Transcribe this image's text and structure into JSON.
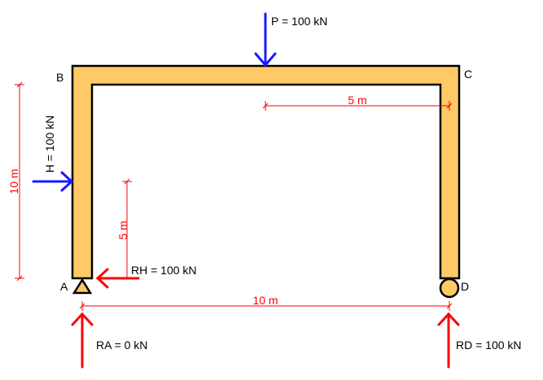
{
  "nodes": {
    "a": "A",
    "b": "B",
    "c": "C",
    "d": "D"
  },
  "loads": {
    "point_load": "P = 100 kN",
    "horizontal_load": "H = 100 kN"
  },
  "reactions": {
    "horizontal_a": "RH = 100 kN",
    "vertical_a": "RA = 0 kN",
    "vertical_d": "RD = 100 kN"
  },
  "dimensions": {
    "height": "10 m",
    "load_height": "5 m",
    "span": "10 m",
    "load_offset": "5 m"
  },
  "colors": {
    "frame_fill": "#ffc966",
    "frame_stroke": "#000000",
    "load": "#1a1aff",
    "reaction": "#ff0000",
    "dimension": "#ff0000"
  }
}
